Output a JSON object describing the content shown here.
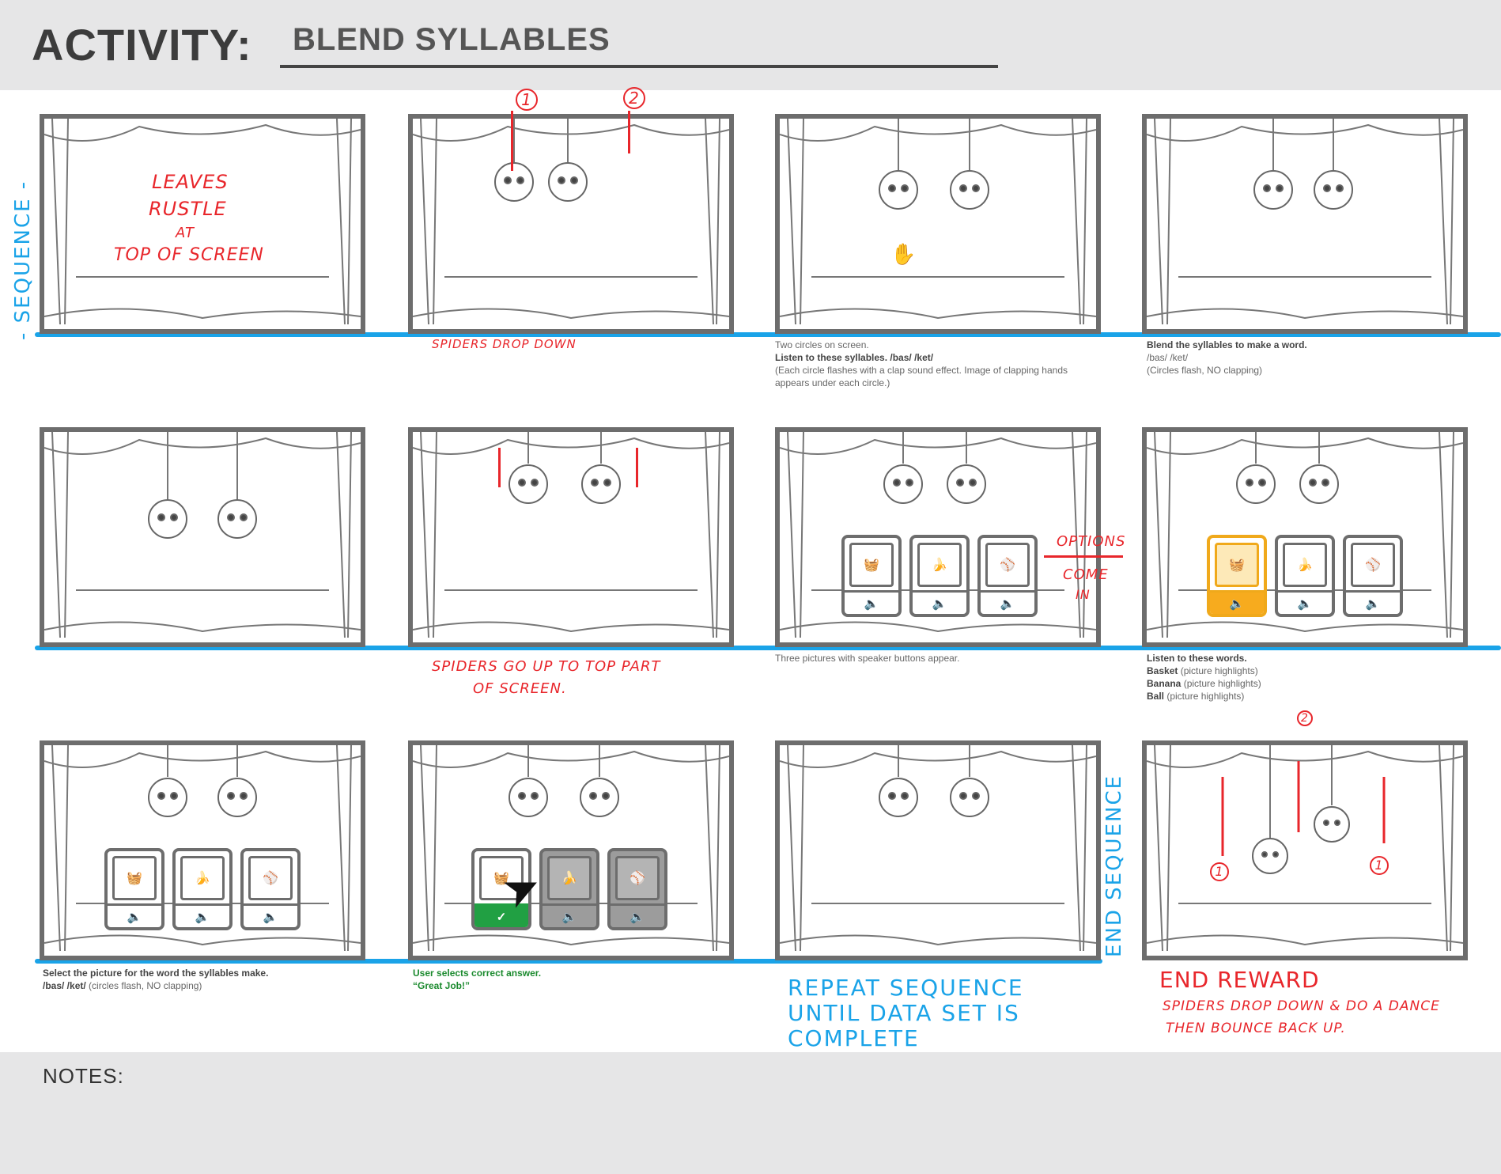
{
  "header": {
    "label": "ACTIVITY:",
    "title": "BLEND SYLLABLES"
  },
  "footer": {
    "notes_label": "NOTES:"
  },
  "sequence_labels": {
    "start": "- SEQUENCE -",
    "end": "END SEQUENCE"
  },
  "annotations": {
    "leaves": [
      "LEAVES",
      "RUSTLE",
      "AT",
      "TOP OF SCREEN"
    ],
    "spiders_drop": "SPIDERS DROP DOWN",
    "spiders_up_1": "SPIDERS GO UP TO TOP PART",
    "spiders_up_2": "OF SCREEN.",
    "options": [
      "OPTIONS",
      "COME",
      "IN"
    ],
    "repeat": [
      "REPEAT SEQUENCE",
      "UNTIL DATA SET IS",
      "COMPLETE"
    ],
    "end_reward_title": "END REWARD",
    "end_reward_1": "SPIDERS DROP DOWN & DO A DANCE",
    "end_reward_2": "THEN BOUNCE BACK UP.",
    "marker_1": "1",
    "marker_2": "2"
  },
  "captions": {
    "f3_line1": "Two circles on screen.",
    "f3_line2": "Listen to these syllables. /bas/ /ket/",
    "f3_line3": "(Each circle flashes with a clap sound effect. Image of clapping hands",
    "f3_line4": "appears under each circle.)",
    "f4_line1": "Blend the syllables to make a word.",
    "f4_line2": "/bas/ /ket/",
    "f4_line3": "(Circles flash, NO clapping)",
    "f7_line1": "Three pictures with speaker buttons appear.",
    "f8_line1": "Listen to these words.",
    "f8_w1": "Basket",
    "f8_w2": "Banana",
    "f8_w3": "Ball",
    "f8_suffix": " (picture highlights)",
    "f9_line1": "Select the picture for the word the syllables make.",
    "f9_line2a": "/bas/ /ket/",
    "f9_line2b": " (circles flash, NO clapping)",
    "f10_line1": "User selects correct answer.",
    "f10_line2": "“Great Job!”"
  },
  "icons": {
    "speaker": "speaker-icon",
    "check": "check-icon",
    "basket": "basket-icon",
    "banana": "banana-icon",
    "ball": "ball-icon",
    "spider": "spider-icon",
    "cursor": "cursor-icon",
    "clap": "clapping-hands-icon"
  },
  "colors": {
    "annotation_red": "#e8262b",
    "sequence_blue": "#1aa3e8",
    "highlight_orange": "#f7ab1e",
    "correct_green": "#21a043"
  }
}
